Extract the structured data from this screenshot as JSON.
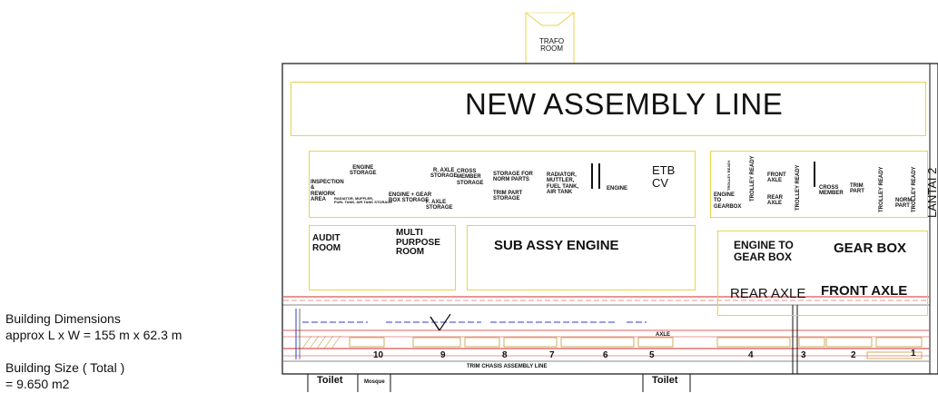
{
  "info": {
    "dims_title": "Building Dimensions",
    "dims_value": "approx L x W = 155 m x 62.3 m",
    "size_title": "Building Size ( Total )",
    "size_value": "= 9.650 m2"
  },
  "trafo": "TRAFO\nROOM",
  "title": "NEW ASSEMBLY LINE",
  "lantai": "LANTAI 2",
  "storage": {
    "inspection": "INSPECTION\n&\nREWORK\nAREA",
    "inspection_sub": "RADIATOR, MUFFLER,\nFUEL TANK, AIR TANK STORAGE",
    "engine_storage": "ENGINE\nSTORAGE",
    "engine_gear_storage": "ENGINE + GEAR\nBOX STORAGE",
    "r_axle": "R. AXLE\nSTORAGE",
    "f_axle": "F. AXLE\nSTORAGE",
    "cross_member": "CROSS\nMEMBER\nSTORAGE",
    "storage_norm": "STORAGE FOR\nNORM PARTS",
    "trim_part_storage": "TRIM PART\nSTORAGE",
    "radiator": "RADIATOR,\nMUTTLER,\nFUEL TANK,\nAIR TANK",
    "engine": "ENGINE",
    "etb": "ETB\nCV"
  },
  "right_storage": {
    "engine_to_gearbox": "ENGINE\nTO\nGEARBOX",
    "trolley_ready": "TROLLEY READY",
    "front_axle": "FRONT\nAXLE",
    "rear_axle": "REAR\nAXLE",
    "cross_member": "CROSS\nMEMBER",
    "trim_part": "TRIM\nPART",
    "norm_part": "NORM\nPART"
  },
  "rooms": {
    "audit": "AUDIT\nROOM",
    "multi": "MULTI\nPURPOSE\nROOM",
    "sub_assy": "SUB ASSY ENGINE",
    "engine_gear": "ENGINE TO\nGEAR BOX",
    "gear_box": "GEAR BOX",
    "rear_axle": "REAR AXLE",
    "front_axle": "FRONT AXLE"
  },
  "line": {
    "trim_chassis": "TRIM CHASIS ASSEMBLY LINE",
    "axle": "AXLE",
    "stations": [
      "10",
      "9",
      "8",
      "7",
      "6",
      "5",
      "4",
      "3",
      "2",
      "1"
    ]
  },
  "facilities": {
    "toilet_left": "Toilet",
    "mosque": "Mosque",
    "toilet_right": "Toilet"
  },
  "colors": {
    "outline": "#111111",
    "zone": "#e8d44a",
    "conveyor": "#d22b2b",
    "rail": "#2b3fd2",
    "station": "#c89a3a"
  }
}
